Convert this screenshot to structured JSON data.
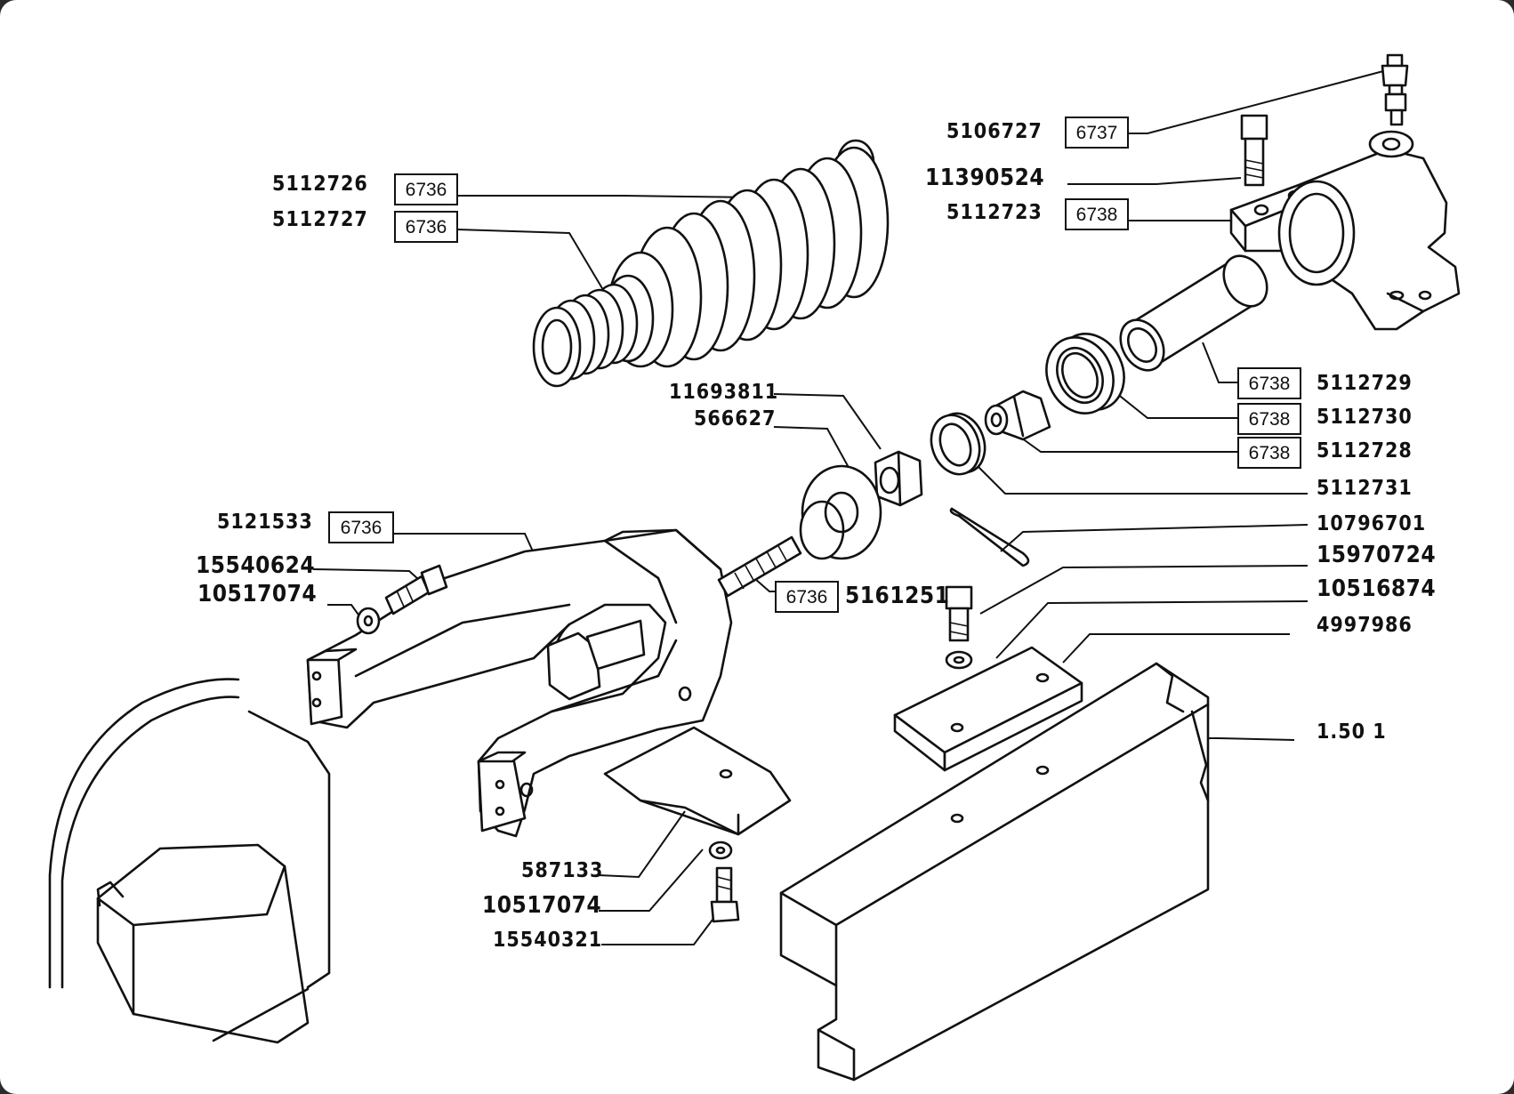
{
  "labels": {
    "p5112726": "5112726",
    "p5112727": "5112727",
    "p5106727": "5106727",
    "p11390524": "11390524",
    "p5112723": "5112723",
    "p5112729": "5112729",
    "p5112730": "5112730",
    "p5112728": "5112728",
    "p5112731": "5112731",
    "p10796701": "10796701",
    "p15970724": "15970724",
    "p10516874": "10516874",
    "p4997986": "4997986",
    "p1501": "1.50 1",
    "p11693811": "11693811",
    "p566627": "566627",
    "p5121533": "5121533",
    "p15540624": "15540624",
    "p10517074a": "10517074",
    "p5161251": "5161251",
    "p587133": "587133",
    "p10517074b": "10517074",
    "p15540321": "15540321"
  },
  "refs": {
    "r6736a": "6736",
    "r6736b": "6736",
    "r6737": "6737",
    "r6738a": "6738",
    "r6738b": "6738",
    "r6738c": "6738",
    "r6738d": "6738",
    "r6736c": "6736",
    "r6736d": "6736"
  }
}
